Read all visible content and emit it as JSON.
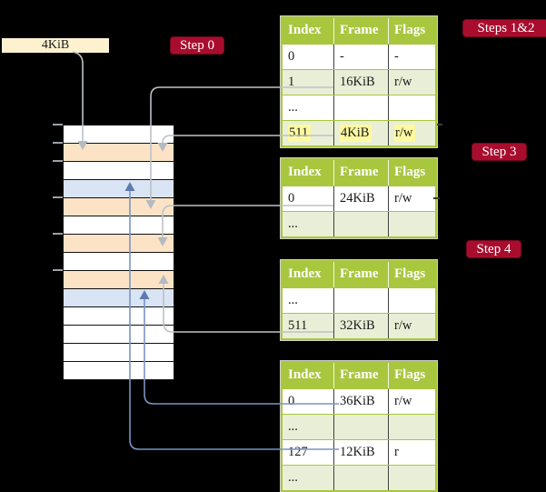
{
  "label_box": {
    "text": "4KiB"
  },
  "badges": {
    "step0": "Step 0",
    "steps12": "Steps 1&2",
    "step3": "Step 3",
    "step4": "Step 4"
  },
  "colors": {
    "background": "#000000",
    "badge_red": "#a90d2e",
    "label_cream": "#fdf2d0",
    "header_green": "#a9c63f",
    "shaded_row_green": "#e9efd6",
    "highlight_yellow": "#fef9a0",
    "strip_orange": "#fce3c6",
    "strip_blue": "#d9e4f4",
    "strip_white": "#ffffff",
    "gray_arrow": "#bdc2c7",
    "blue_arrow": "#7b94c4"
  },
  "memory_strip": {
    "row_colors": [
      "white",
      "orange",
      "white",
      "blue",
      "orange",
      "white",
      "orange",
      "white",
      "orange",
      "blue",
      "white",
      "white",
      "white",
      "white"
    ],
    "tick_rows": [
      0,
      1,
      2,
      4,
      6,
      8
    ]
  },
  "tables": [
    {
      "name": "page-table-steps-1-2",
      "headers": [
        "Index",
        "Frame",
        "Flags"
      ],
      "rows": [
        {
          "cells": [
            "0",
            "-",
            "-"
          ],
          "shaded": false,
          "highlighted": false
        },
        {
          "cells": [
            "1",
            "16KiB",
            "r/w"
          ],
          "shaded": true,
          "highlighted": false
        },
        {
          "cells": [
            "...",
            "",
            ""
          ],
          "shaded": false,
          "highlighted": false
        },
        {
          "cells": [
            "511",
            "4KiB",
            "r/w"
          ],
          "shaded": true,
          "highlighted": true
        }
      ]
    },
    {
      "name": "page-table-step-3",
      "headers": [
        "Index",
        "Frame",
        "Flags"
      ],
      "rows": [
        {
          "cells": [
            "0",
            "24KiB",
            "r/w"
          ],
          "shaded": false,
          "highlighted": false
        },
        {
          "cells": [
            "...",
            "",
            ""
          ],
          "shaded": true,
          "highlighted": false
        }
      ]
    },
    {
      "name": "page-table-step-4",
      "headers": [
        "Index",
        "Frame",
        "Flags"
      ],
      "rows": [
        {
          "cells": [
            "...",
            "",
            ""
          ],
          "shaded": false,
          "highlighted": false
        },
        {
          "cells": [
            "511",
            "32KiB",
            "r/w"
          ],
          "shaded": true,
          "highlighted": false
        }
      ]
    },
    {
      "name": "page-table-last-level",
      "headers": [
        "Index",
        "Frame",
        "Flags"
      ],
      "rows": [
        {
          "cells": [
            "0",
            "36KiB",
            "r/w"
          ],
          "shaded": false,
          "highlighted": false
        },
        {
          "cells": [
            "...",
            "",
            ""
          ],
          "shaded": true,
          "highlighted": false
        },
        {
          "cells": [
            "127",
            "12KiB",
            "r"
          ],
          "shaded": false,
          "highlighted": false
        },
        {
          "cells": [
            "...",
            "",
            ""
          ],
          "shaded": true,
          "highlighted": false
        }
      ]
    }
  ]
}
